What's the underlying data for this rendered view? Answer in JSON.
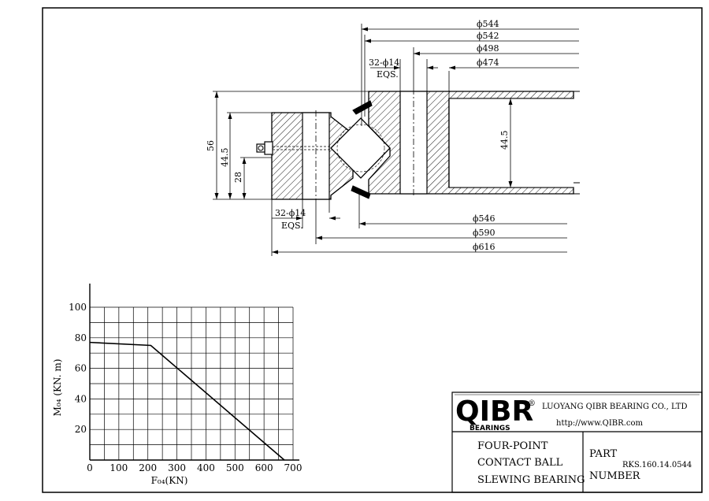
{
  "drawing": {
    "dims_top": [
      "ϕ544",
      "ϕ542",
      "ϕ498",
      "ϕ474"
    ],
    "dims_bottom": [
      "ϕ546",
      "ϕ590",
      "ϕ616"
    ],
    "holes_top": {
      "count": "32-ϕ14",
      "eqs": "EQS."
    },
    "holes_bottom": {
      "count": "32-ϕ14",
      "eqs": "EQS."
    },
    "heights": {
      "h56": "56",
      "h445": "44.5",
      "h28": "28",
      "h445_right": "44.5"
    }
  },
  "chart_data": {
    "type": "line",
    "xlabel": "F₀₄(KN)",
    "ylabel": "M₀₄ (KN. m)",
    "x_ticks": [
      "0",
      "100",
      "200",
      "300",
      "400",
      "500",
      "600",
      "700"
    ],
    "y_ticks": [
      "100",
      "80",
      "60",
      "40",
      "20"
    ],
    "xlim": [
      0,
      700
    ],
    "ylim": [
      0,
      100
    ],
    "grid": true,
    "series": [
      {
        "x": [
          0,
          210,
          670
        ],
        "y": [
          77,
          75,
          0
        ]
      }
    ]
  },
  "title_block": {
    "logo": "QIBR",
    "logo_sub": "BEARINGS",
    "registered": "®",
    "company": "LUOYANG QIBR BEARING CO., LTD",
    "url": "http://www.QIBR.com",
    "desc_lines": [
      "FOUR-POINT",
      "CONTACT BALL",
      "SLEWING BEARING"
    ],
    "part_label_1": "PART",
    "part_label_2": "NUMBER",
    "part_number": "RKS.160.14.0544"
  }
}
